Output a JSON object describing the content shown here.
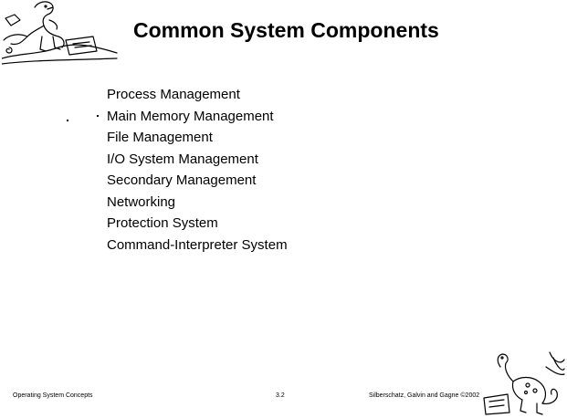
{
  "slide": {
    "title": "Common System Components",
    "items": [
      "Process Management",
      "Main Memory Management",
      "File Management",
      "I/O System Management",
      "Secondary Management",
      "Networking",
      "Protection System",
      "Command-Interpreter System"
    ]
  },
  "footer": {
    "course": "Operating System Concepts",
    "page_number": "3.2",
    "credits": "Silberschatz, Galvin and  Gagne ©2002"
  },
  "decorations": {
    "top_logo_icon": "dinosaur-logo-icon",
    "bottom_logo_icon": "dinosaur-logo-icon"
  }
}
